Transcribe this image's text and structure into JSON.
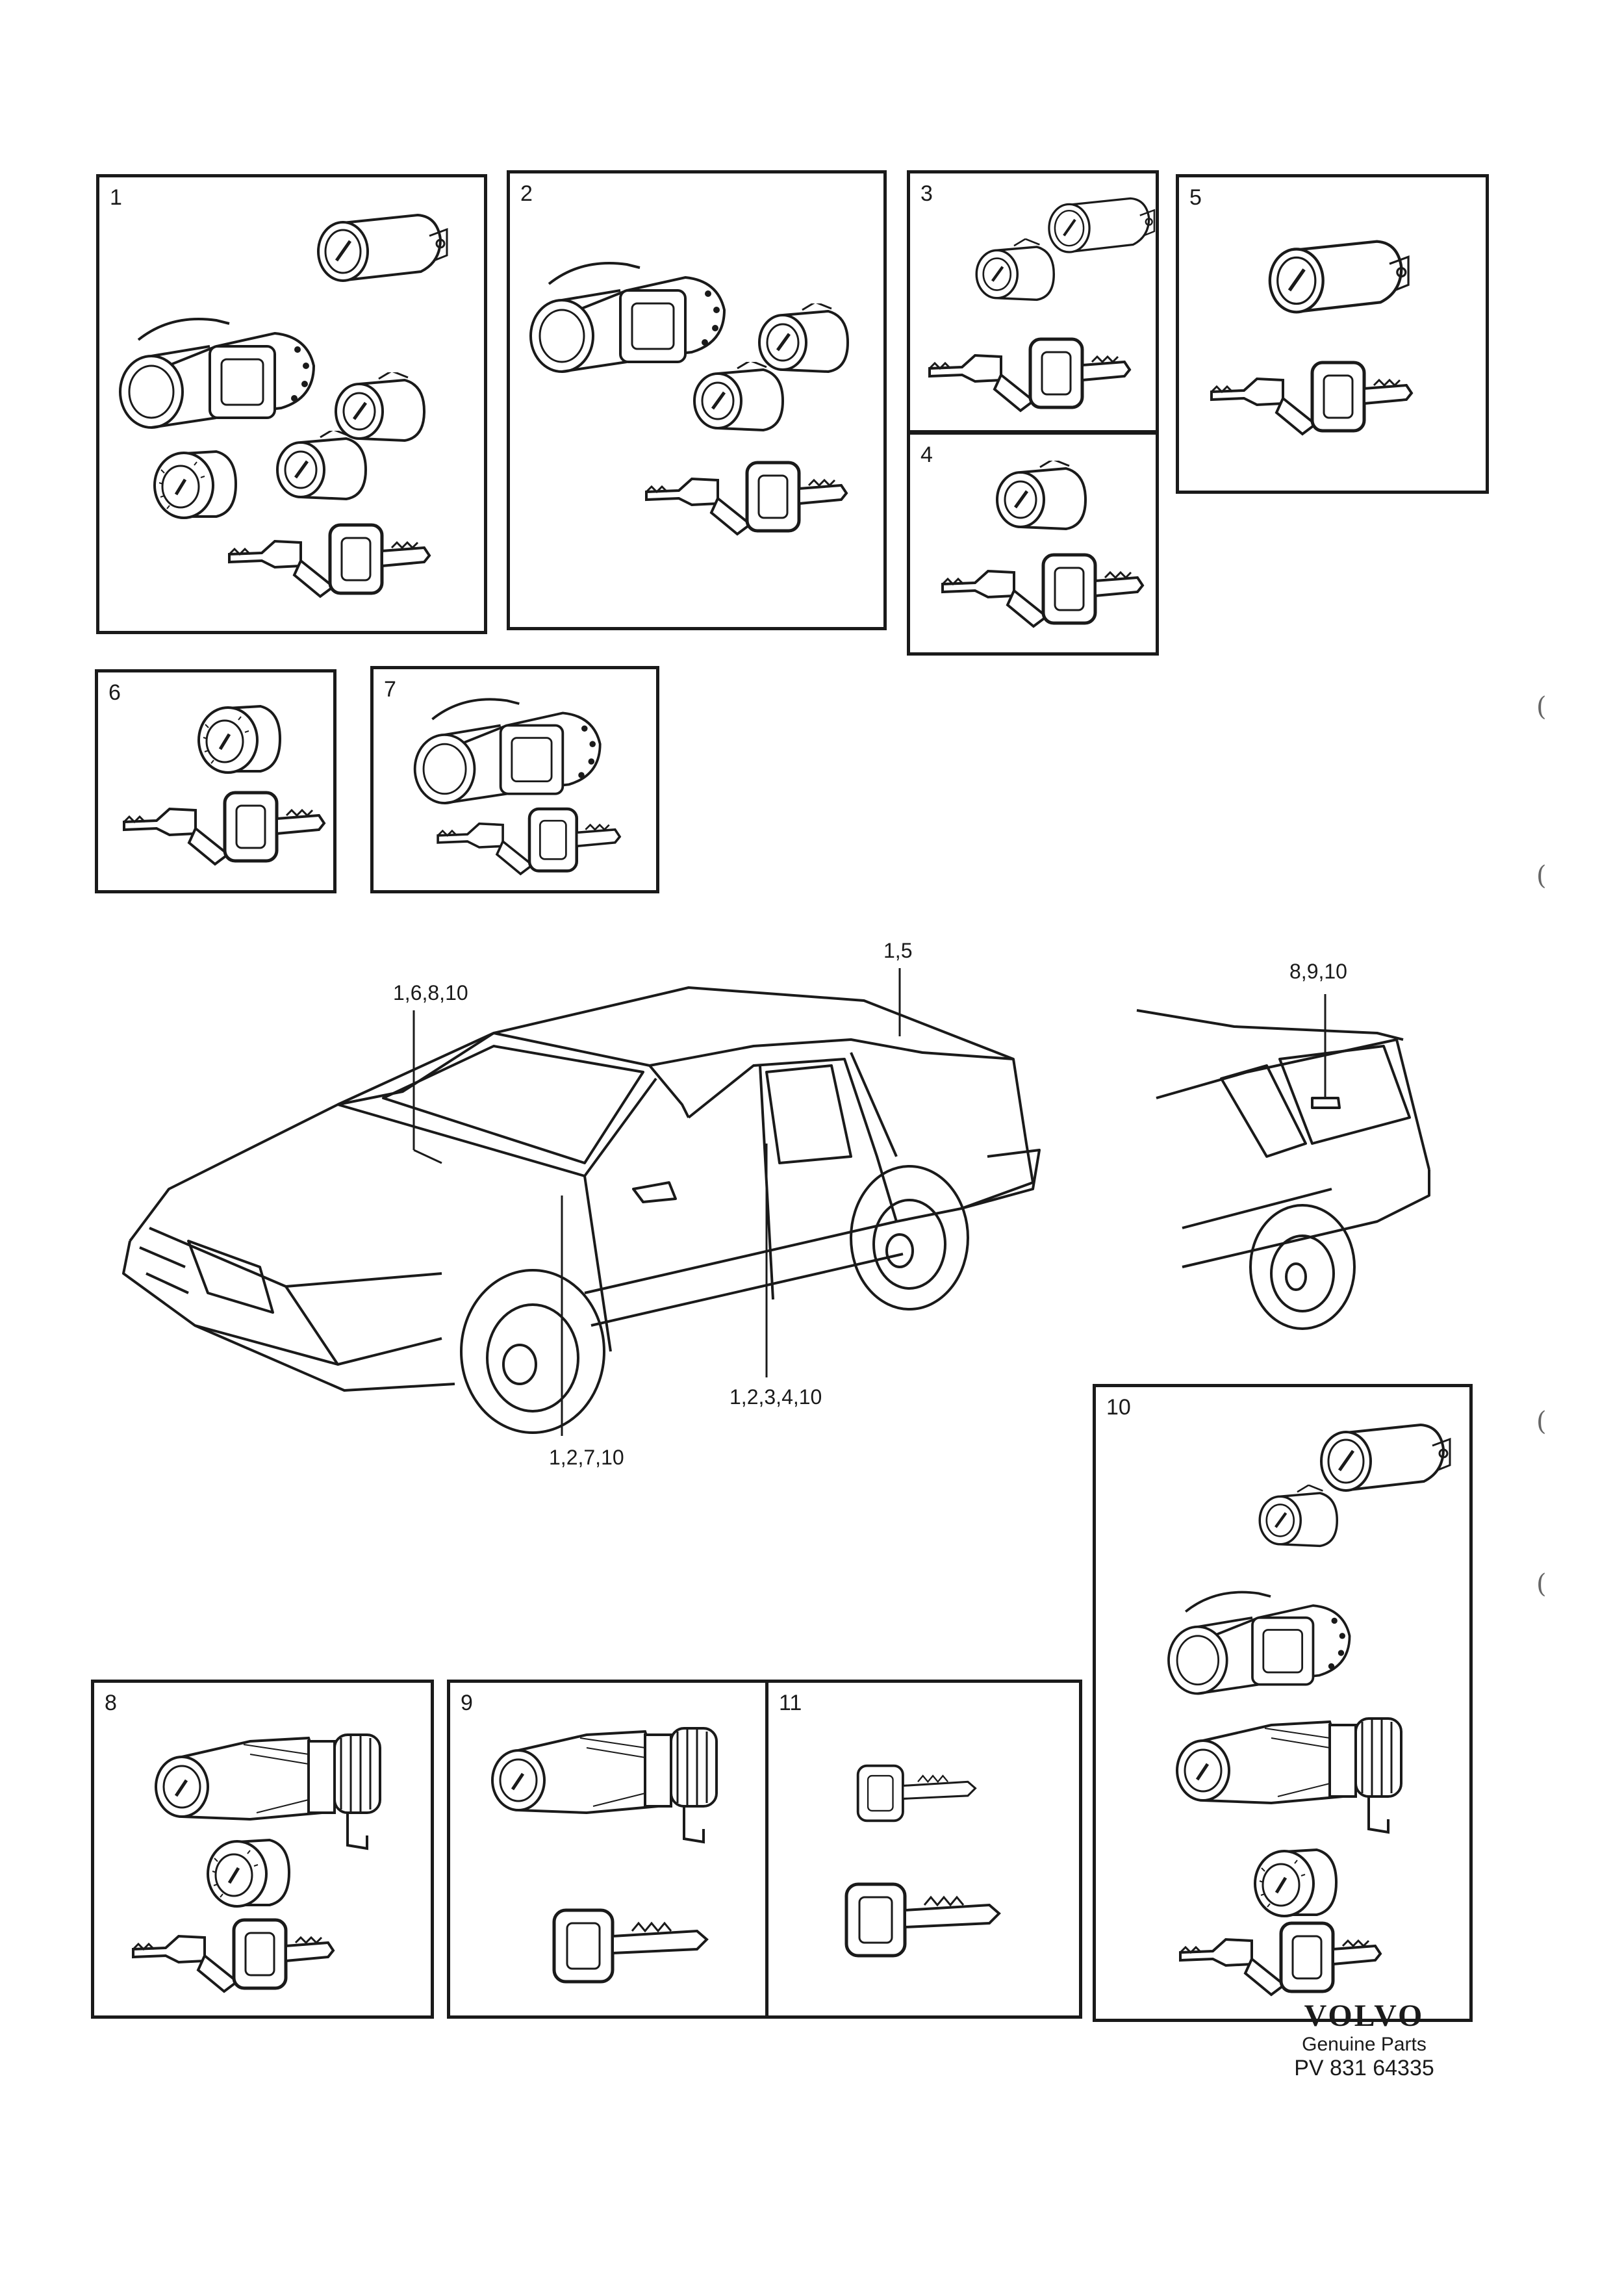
{
  "panels": {
    "p1": "1",
    "p2": "2",
    "p3": "3",
    "p4": "4",
    "p5": "5",
    "p6": "6",
    "p7": "7",
    "p8": "8",
    "p9": "9",
    "p10": "10",
    "p11": "11"
  },
  "callouts": {
    "hood": "1,6,8,10",
    "roof": "1,5",
    "wagon": "8,9,10",
    "front_door": "1,2,7,10",
    "rear_door": "1,2,3,4,10"
  },
  "brand": {
    "logo": "VOLVO",
    "tagline": "Genuine Parts",
    "code": "PV 831 64335"
  },
  "margin_marks": [
    "(",
    "(",
    "(",
    "("
  ],
  "colors": {
    "ink": "#1a1a1a",
    "paper": "#ffffff"
  }
}
